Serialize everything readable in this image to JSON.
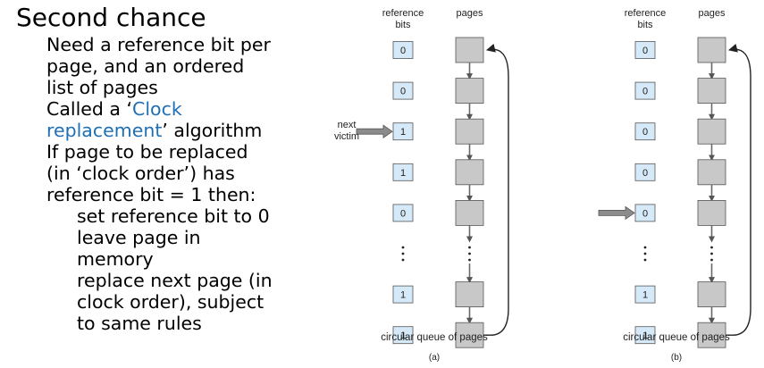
{
  "slide": {
    "title": "Second chance",
    "lines": [
      {
        "level": 1,
        "parts": [
          "Need a reference bit per"
        ]
      },
      {
        "level": 1,
        "parts": [
          "page, and an ordered"
        ]
      },
      {
        "level": 1,
        "parts": [
          "list of pages"
        ]
      },
      {
        "level": 1,
        "parts": [
          "Called a  ‘",
          "Clock",
          ""
        ]
      },
      {
        "level": 1,
        "parts": [
          "",
          "replacement",
          "’ algorithm"
        ]
      },
      {
        "level": 1,
        "parts": [
          "If page to be replaced"
        ]
      },
      {
        "level": 1,
        "parts": [
          "(in ‘clock order’) has"
        ]
      },
      {
        "level": 1,
        "parts": [
          "reference bit = 1 then:"
        ]
      },
      {
        "level": 2,
        "parts": [
          "set reference bit to 0"
        ]
      },
      {
        "level": 2,
        "parts": [
          "leave page in"
        ]
      },
      {
        "level": 2,
        "parts": [
          "memory"
        ]
      },
      {
        "level": 2,
        "parts": [
          "replace next page (in"
        ]
      },
      {
        "level": 2,
        "parts": [
          "clock order), subject"
        ]
      },
      {
        "level": 2,
        "parts": [
          "to same rules"
        ]
      }
    ],
    "highlight_color": "#1f6fb5"
  },
  "diagram": {
    "panels": [
      {
        "id": "a",
        "caption": "(a)",
        "ref_header": [
          "reference",
          "bits"
        ],
        "pages_header": "pages",
        "queue_label": "circular queue of pages",
        "bits": [
          "0",
          "0",
          "1",
          "1",
          "0",
          "",
          "1",
          "1"
        ],
        "ellipsis_index": 5,
        "pointer_index": 2,
        "pointer_label": [
          "next",
          "victim"
        ]
      },
      {
        "id": "b",
        "caption": "(b)",
        "ref_header": [
          "reference",
          "bits"
        ],
        "pages_header": "pages",
        "queue_label": "circular queue of pages",
        "bits": [
          "0",
          "0",
          "0",
          "0",
          "0",
          "",
          "1",
          "1"
        ],
        "ellipsis_index": 5,
        "pointer_index": 4,
        "pointer_label": []
      }
    ],
    "colors": {
      "bit_fill": "#d5e9f8",
      "page_fill": "#c8c8c8",
      "stroke": "#555555",
      "arrow": "#8c8c8c"
    }
  }
}
